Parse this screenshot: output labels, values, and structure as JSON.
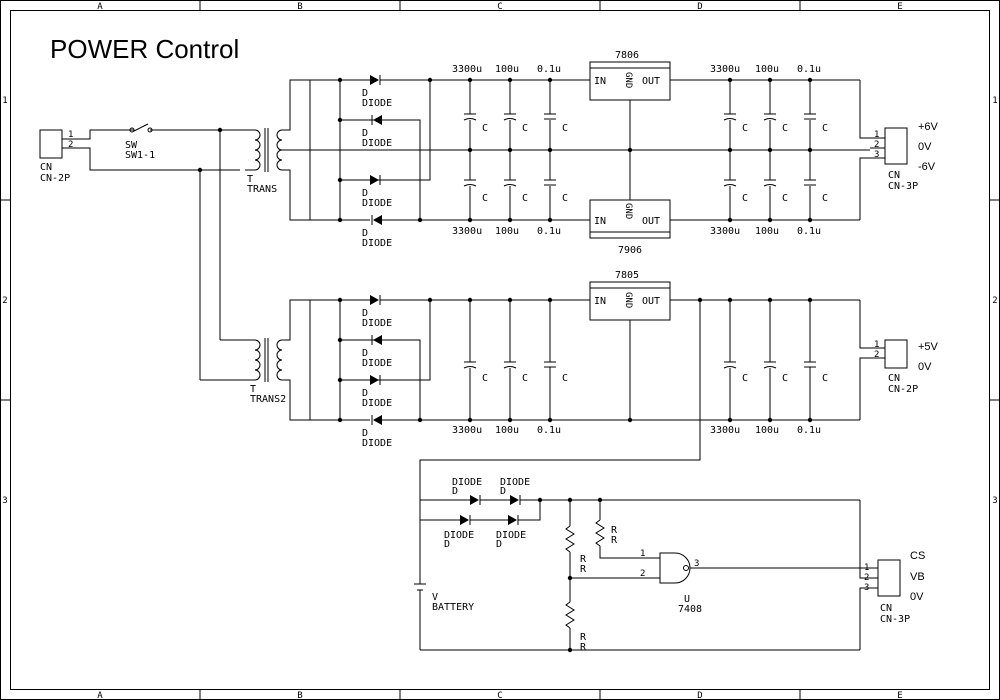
{
  "title": "POWER Control",
  "border": {
    "cols": [
      "A",
      "B",
      "C",
      "D",
      "E"
    ],
    "rows": [
      "1",
      "2",
      "3"
    ]
  },
  "labels": {
    "cn": "CN",
    "cn2p": "CN-2P",
    "cn3p": "CN-3P",
    "sw": "SW",
    "sw_name": "SW1-1",
    "t": "T",
    "trans": "TRANS",
    "trans2": "TRANS2",
    "d": "D",
    "diode": "DIODE",
    "c": "C",
    "r": "R",
    "rr": "R",
    "v": "V",
    "battery": "BATTERY",
    "u": "U",
    "gate": "7408",
    "pin1": "1",
    "pin2": "2",
    "pin3": "3"
  },
  "regulators": {
    "r7806": {
      "name": "7806",
      "in": "IN",
      "gnd": "GND",
      "out": "OUT"
    },
    "r7906": {
      "name": "7906",
      "in": "IN",
      "gnd": "GND",
      "out": "OUT"
    },
    "r7805": {
      "name": "7805",
      "in": "IN",
      "gnd": "GND",
      "out": "OUT"
    }
  },
  "caps": {
    "c3300": "3300u",
    "c100": "100u",
    "c01": "0.1u"
  },
  "outputs": {
    "pos6": "+6V",
    "zero": "0V",
    "neg6": "-6V",
    "pos5": "+5V",
    "cs": "CS",
    "vb": "VB"
  }
}
